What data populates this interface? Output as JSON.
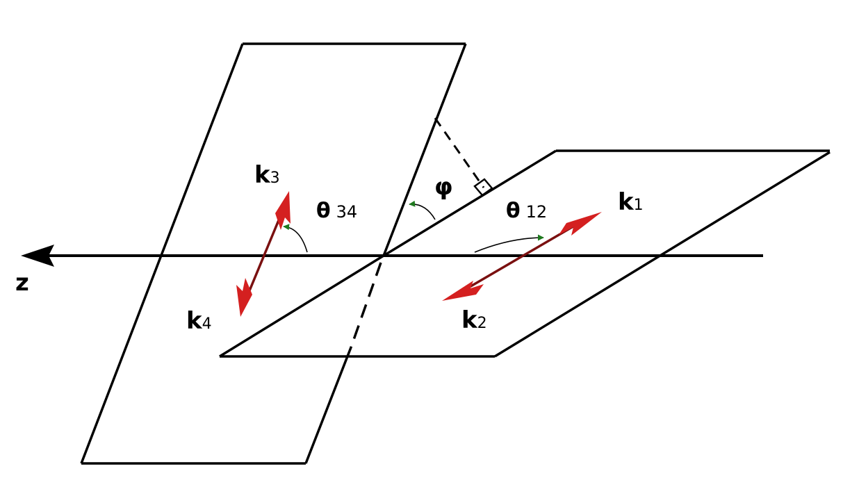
{
  "axis": {
    "label": "z"
  },
  "vectors": {
    "k1": {
      "base": "k",
      "sub": "1"
    },
    "k2": {
      "base": "k",
      "sub": "2"
    },
    "k3": {
      "base": "k",
      "sub": "3"
    },
    "k4": {
      "base": "k",
      "sub": "4"
    }
  },
  "angles": {
    "theta12": {
      "base": "θ",
      "sub": "12"
    },
    "theta34": {
      "base": "θ",
      "sub": "34"
    },
    "phi": {
      "base": "φ"
    }
  },
  "colors": {
    "line": "#000000",
    "vector_arrow": "#d42020",
    "vector_shaft": "#7a1010",
    "angle_arrow": "#1f7a1f"
  }
}
